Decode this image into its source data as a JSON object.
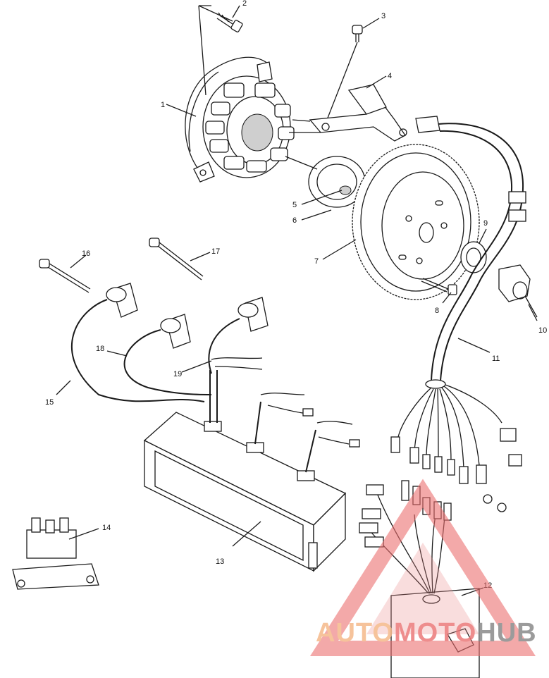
{
  "labels": {
    "p1": "1",
    "p2": "2",
    "p3": "3",
    "p4": "4",
    "p5": "5",
    "p6": "6",
    "p7": "7",
    "p8": "8",
    "p9": "9",
    "p10": "10",
    "p11": "11",
    "p12": "12",
    "p13": "13",
    "p14": "14",
    "p15": "15",
    "p16": "16",
    "p17": "17",
    "p18": "18",
    "p19": "19"
  },
  "watermark": {
    "part_a": "AUTO",
    "part_b": "MOTO",
    "part_c": "HUB",
    "color_a": "#f5b98a",
    "color_b": "#ec7a7a",
    "color_c": "#8a8a8a"
  }
}
